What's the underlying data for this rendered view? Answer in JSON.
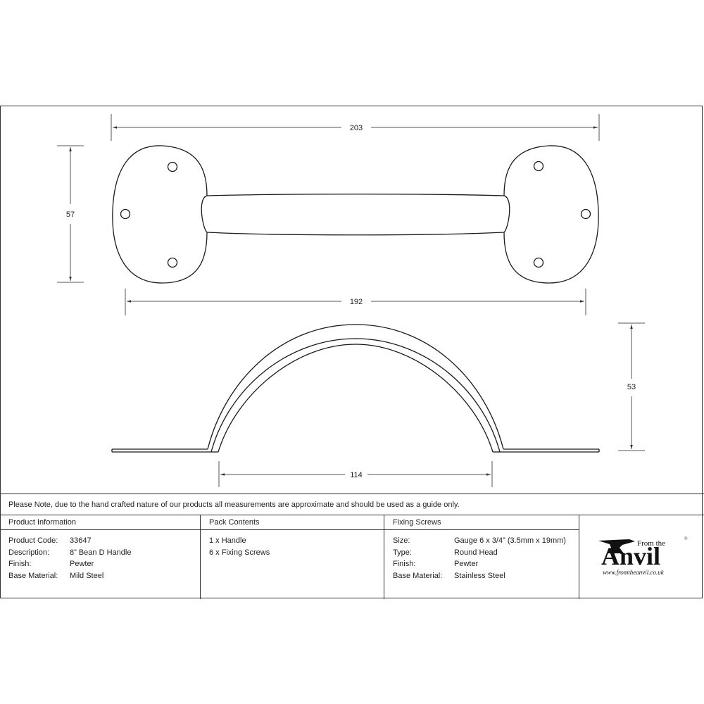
{
  "drawing": {
    "dimensions": {
      "overall_length": "203",
      "plate_height": "57",
      "hole_centres": "192",
      "inner_width": "114",
      "projection": "53"
    },
    "line_color": "#1a1a1a",
    "dim_color": "#444444"
  },
  "note": "Please Note, due to the hand crafted nature of our products all measurements are approximate and should be used as a guide only.",
  "product_information": {
    "header": "Product Information",
    "rows": [
      {
        "label": "Product Code:",
        "value": "33647"
      },
      {
        "label": "Description:",
        "value": "8” Bean D Handle"
      },
      {
        "label": "Finish:",
        "value": "Pewter"
      },
      {
        "label": "Base Material:",
        "value": "Mild Steel"
      }
    ]
  },
  "pack_contents": {
    "header": "Pack Contents",
    "items": [
      "1 x Handle",
      "6 x Fixing Screws"
    ]
  },
  "fixing_screws": {
    "header": "Fixing Screws",
    "rows": [
      {
        "label": "Size:",
        "value": "Gauge 6 x 3/4” (3.5mm x 19mm)"
      },
      {
        "label": "Type:",
        "value": "Round Head"
      },
      {
        "label": "Finish:",
        "value": "Pewter"
      },
      {
        "label": "Base Material:",
        "value": "Stainless Steel"
      }
    ]
  },
  "logo": {
    "from_the": "From the",
    "brand": "Anvil",
    "registered": "®",
    "url": "www.fromtheanvil.co.uk"
  }
}
